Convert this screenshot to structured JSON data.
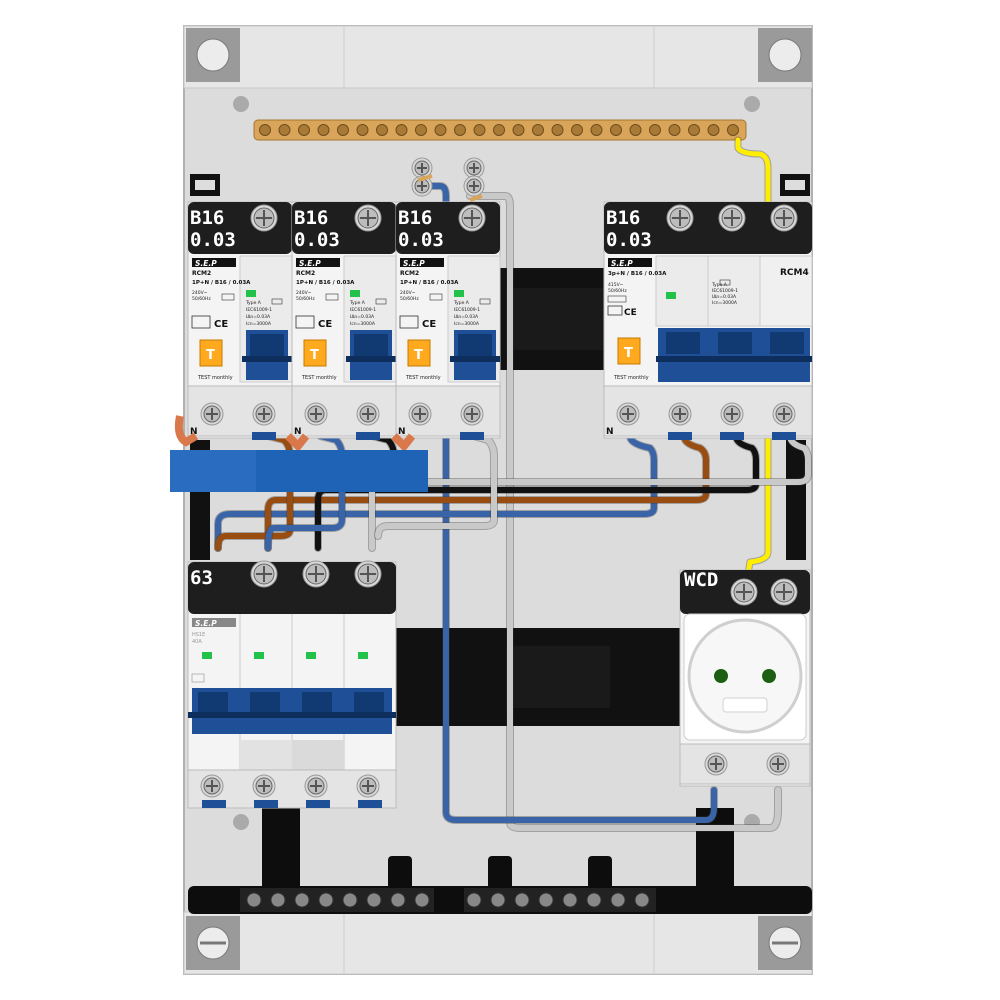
{
  "breakers": [
    {
      "rating": "B16",
      "sensitivity": "0.03",
      "brand": "S.E.P",
      "model": "RCM2",
      "spec": "1P+N / B16 / 0.03A",
      "volt": "240V~",
      "freq": "50/60Hz",
      "type": "Type A",
      "std": "IEC61009-1",
      "idn": "IΔn=0.03A",
      "icn": "Icn=3000A",
      "test_btn": "T",
      "test_label": "TEST monthly",
      "terminal": "N"
    },
    {
      "rating": "B16",
      "sensitivity": "0.03",
      "brand": "S.E.P",
      "model": "RCM2",
      "spec": "1P+N / B16 / 0.03A",
      "volt": "240V~",
      "freq": "50/60Hz",
      "type": "Type A",
      "std": "IEC61009-1",
      "idn": "IΔn=0.03A",
      "icn": "Icn=3000A",
      "test_btn": "T",
      "test_label": "TEST monthly",
      "terminal": "N"
    },
    {
      "rating": "B16",
      "sensitivity": "0.03",
      "brand": "S.E.P",
      "model": "RCM2",
      "spec": "1P+N / B16 / 0.03A",
      "volt": "240V~",
      "freq": "50/60Hz",
      "type": "Type A",
      "std": "IEC61009-1",
      "idn": "IΔn=0.03A",
      "icn": "Icn=3000A",
      "test_btn": "T",
      "test_label": "TEST monthly",
      "terminal": "N"
    }
  ],
  "breaker4": {
    "rating": "B16",
    "sensitivity": "0.03",
    "brand": "S.E.P",
    "model": "RCM4",
    "spec": "3p+N / B16 / 0.03A",
    "volt": "415V~",
    "freq": "50/60Hz",
    "type": "Type A",
    "std": "IEC61009-1",
    "idn": "IΔn=0.03A",
    "icn": "Icn=3000A",
    "test_btn": "T",
    "test_label": "TEST monthly",
    "terminal": "N"
  },
  "main_switch": {
    "rating": "63",
    "brand": "S.E.P",
    "model": "HS1E",
    "current": "40A"
  },
  "socket": {
    "label": "WCD"
  },
  "colors": {
    "blue": "#3a64a8",
    "brown": "#9a4d10",
    "black": "#111111",
    "grey": "#c9c9c9",
    "yellow": "#ffee00",
    "copper": "#d9a55a",
    "module_blue": "#1f4f96",
    "led": "#22c24a",
    "orange_btn": "#ffa91f"
  }
}
